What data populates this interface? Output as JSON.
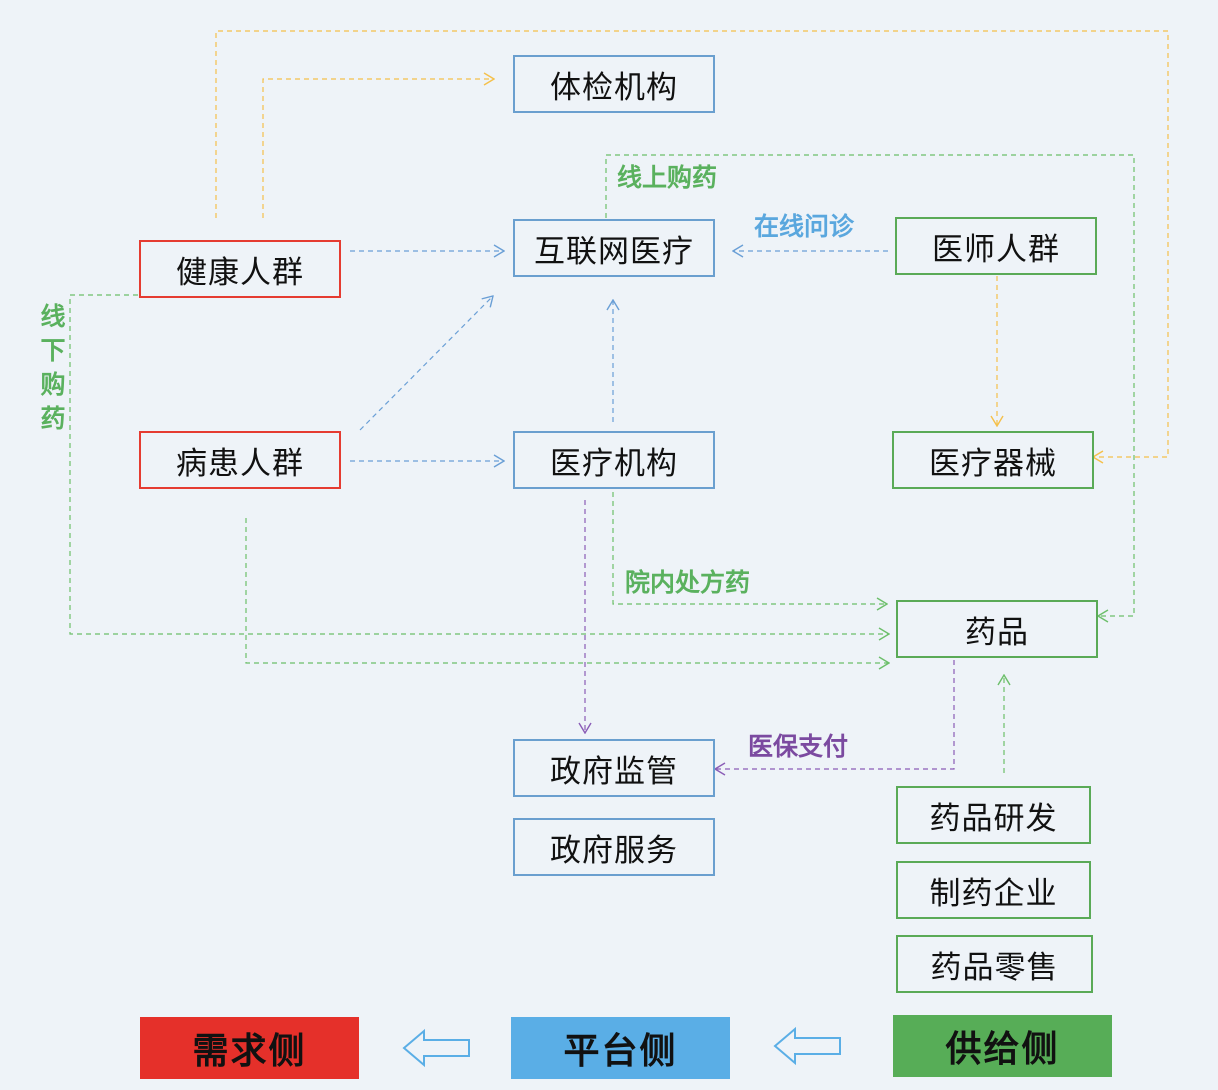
{
  "nodes": {
    "tijian": "体检机构",
    "hulianwang": "互联网医疗",
    "yishi": "医师人群",
    "jiankang": "健康人群",
    "bingbhuan": "病患人群",
    "yiliaojigou": "医疗机构",
    "qixie": "医疗器械",
    "yaopin": "药品",
    "zhengfujianguan": "政府监管",
    "zhengfufuwu": "政府服务",
    "yanfa": "药品研发",
    "zhiyao": "制药企业",
    "lingshou": "药品零售"
  },
  "edge_labels": {
    "online_buy": "线上购药",
    "online_consult": "在线问诊",
    "offline_buy": "线下购药",
    "hospital_rx": "院内处方药",
    "insurance_pay": "医保支付"
  },
  "legend": {
    "demand": "需求侧",
    "platform": "平台侧",
    "supply": "供给侧"
  },
  "colors": {
    "demand": "#e5302a",
    "platform": "#5aaee6",
    "supply": "#57ad57",
    "orange_line": "#f5c04a",
    "blue_line": "#6a9fd6",
    "green_line": "#6cbf6a",
    "purple_line": "#8a5cb6"
  }
}
